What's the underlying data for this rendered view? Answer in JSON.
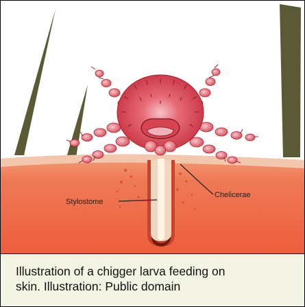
{
  "labels": {
    "stylostome": "Stylostome",
    "chelicerae": "Chelicerae"
  },
  "caption": {
    "line1": "Illustration of a chigger larva feeding on",
    "line2": "skin. Illustration:  Public domain"
  },
  "colors": {
    "skin": "#ef7a56",
    "skin_edge": "#f3c6ae",
    "hair": "#5b5a36",
    "mite": "#d8414e",
    "mite_dark": "#a8232f",
    "caption_bg": "#f4f4e4"
  }
}
